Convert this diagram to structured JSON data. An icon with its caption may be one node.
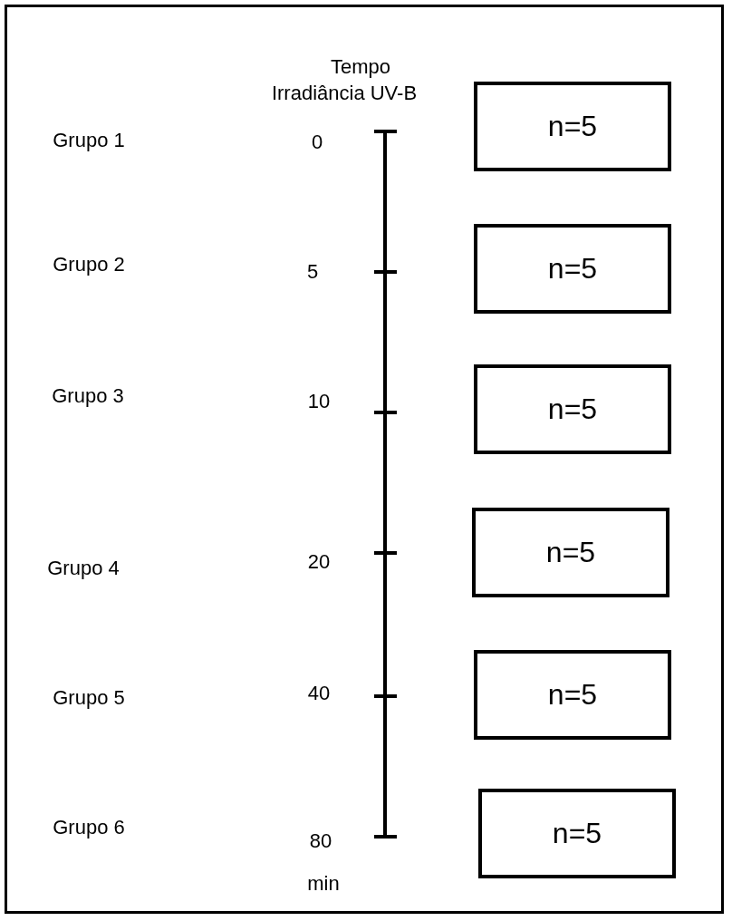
{
  "diagram": {
    "nodes": [
      {
        "text": [
          "n=5"
        ]
      },
      {
        "text": [
          "n=5"
        ]
      },
      {
        "text": [
          "n=5"
        ]
      },
      {
        "text": [
          "n=5"
        ]
      },
      {
        "text": [
          "n=5"
        ]
      },
      {
        "text": [
          "n=5"
        ]
      }
    ],
    "edges": [],
    "labels": [
      "Tempo",
      "Irradiância UV-B",
      "Grupo 1",
      "0",
      "Grupo 2",
      "5",
      "Grupo 3",
      "10",
      "Grupo 4",
      "20",
      "Grupo 5",
      "40",
      "Grupo 6",
      "80",
      "min"
    ]
  }
}
